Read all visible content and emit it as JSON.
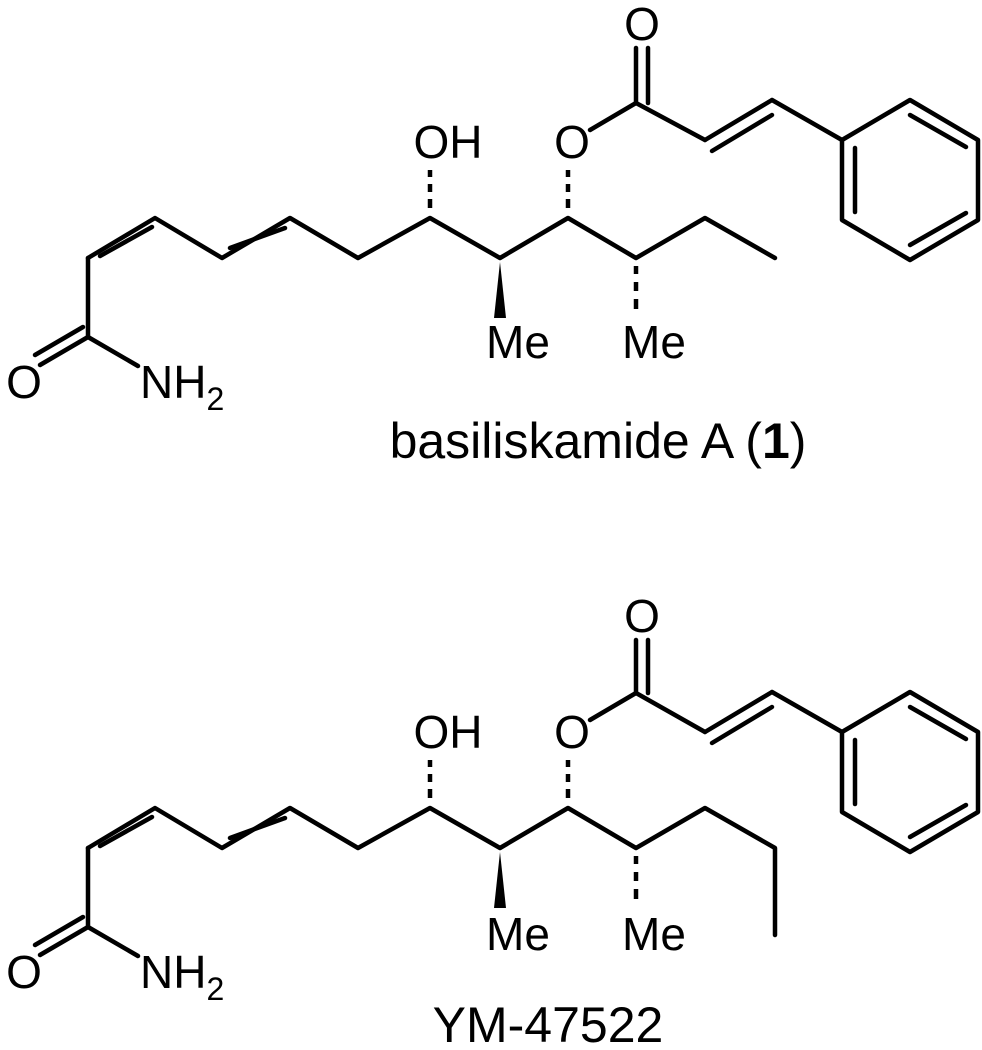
{
  "compounds": [
    {
      "name_prefix": "basiliskamide A (",
      "name_number": "1",
      "name_suffix": ")",
      "atoms": {
        "carbonyl_o": "O",
        "ester_o": "O",
        "hydroxyl": "OH",
        "methyl_1": "Me",
        "methyl_2": "Me",
        "amide_o": "O",
        "amide_n": "NH",
        "amide_n_sub": "2"
      }
    },
    {
      "name": "YM-47522",
      "atoms": {
        "carbonyl_o": "O",
        "ester_o": "O",
        "hydroxyl": "OH",
        "methyl_1": "Me",
        "methyl_2": "Me",
        "amide_o": "O",
        "amide_n": "NH",
        "amide_n_sub": "2"
      }
    }
  ]
}
